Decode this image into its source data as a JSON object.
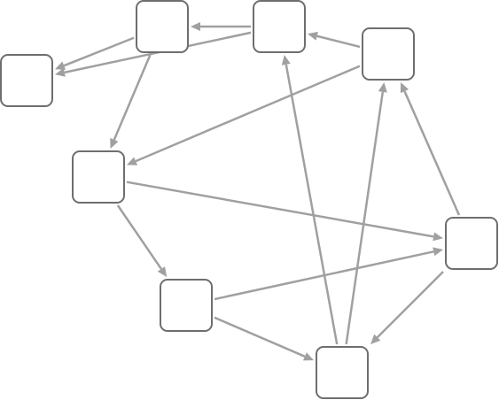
{
  "diagram": {
    "type": "directed-graph",
    "node_shape": "rounded-square",
    "node_labels_visible": false,
    "colors": {
      "node_fill": "#ffffff",
      "node_stroke": "#6e6e6e",
      "edge": "#a0a0a0",
      "background": "#ffffff"
    },
    "nodes": [
      {
        "id": "n1",
        "label": ""
      },
      {
        "id": "n2",
        "label": ""
      },
      {
        "id": "n3",
        "label": ""
      },
      {
        "id": "n4",
        "label": ""
      },
      {
        "id": "n5",
        "label": ""
      },
      {
        "id": "n6",
        "label": ""
      },
      {
        "id": "n7",
        "label": ""
      },
      {
        "id": "n8",
        "label": ""
      },
      {
        "id": "n9",
        "label": ""
      }
    ],
    "edges": [
      {
        "from": "n2",
        "to": "n1"
      },
      {
        "from": "n3",
        "to": "n1"
      },
      {
        "from": "n2",
        "to": "n4"
      },
      {
        "from": "n3",
        "to": "n2"
      },
      {
        "from": "n5",
        "to": "n3"
      },
      {
        "from": "n5",
        "to": "n4"
      },
      {
        "from": "n4",
        "to": "n6"
      },
      {
        "from": "n4",
        "to": "n7"
      },
      {
        "from": "n6",
        "to": "n7"
      },
      {
        "from": "n6",
        "to": "n8"
      },
      {
        "from": "n7",
        "to": "n5"
      },
      {
        "from": "n7",
        "to": "n8"
      },
      {
        "from": "n8",
        "to": "n5"
      },
      {
        "from": "n8",
        "to": "n3"
      }
    ]
  }
}
